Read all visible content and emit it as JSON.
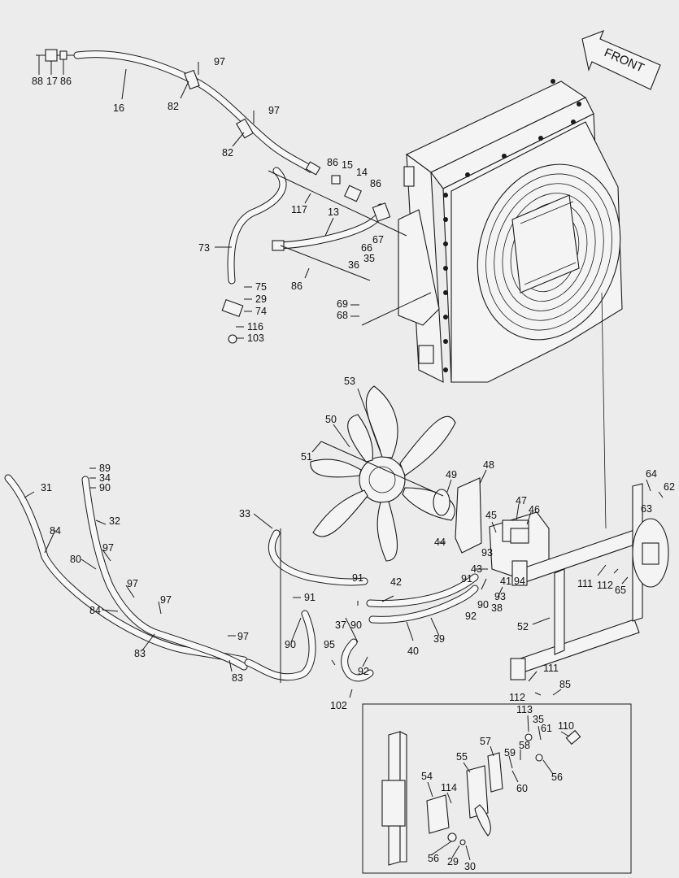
{
  "front_label": "FRONT",
  "callouts": [
    "88",
    "17",
    "86",
    "97",
    "16",
    "82",
    "97",
    "82",
    "86",
    "15",
    "14",
    "86",
    "117",
    "13",
    "73",
    "67",
    "66",
    "35",
    "36",
    "86",
    "75",
    "29",
    "74",
    "116",
    "103",
    "69",
    "68",
    "53",
    "50",
    "51",
    "49",
    "48",
    "89",
    "34",
    "90",
    "31",
    "32",
    "33",
    "84",
    "97",
    "80",
    "97",
    "84",
    "97",
    "83",
    "97",
    "83",
    "64",
    "62",
    "63",
    "47",
    "46",
    "45",
    "44",
    "93",
    "91",
    "43",
    "41",
    "94",
    "93",
    "38",
    "90",
    "92",
    "111",
    "112",
    "65",
    "91",
    "42",
    "91",
    "90",
    "37",
    "90",
    "40",
    "39",
    "95",
    "92",
    "102",
    "52",
    "111",
    "112",
    "85",
    "113",
    "35",
    "61",
    "110",
    "57",
    "58",
    "59",
    "55",
    "60",
    "56",
    "54",
    "114",
    "56",
    "29",
    "30"
  ]
}
